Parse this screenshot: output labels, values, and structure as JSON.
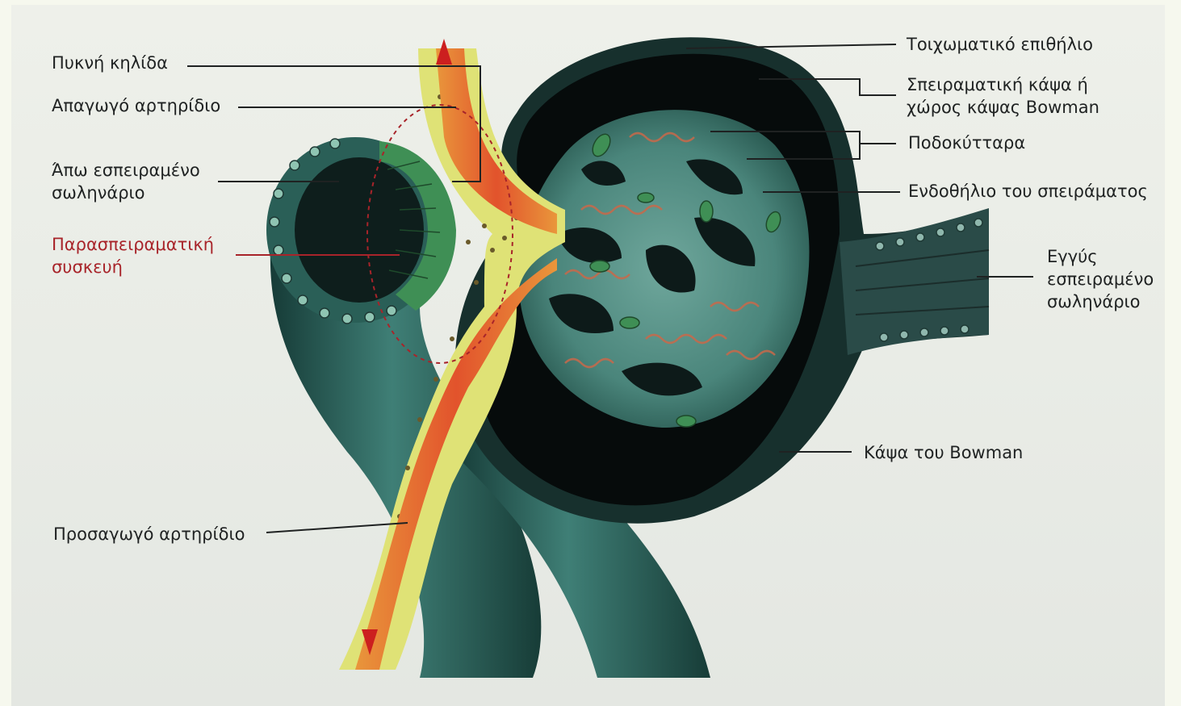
{
  "labels": {
    "macula_densa": "Πυκνή κηλίδα",
    "efferent_arteriole": "Απαγωγό αρτηρίδιο",
    "distal_tubule": [
      "Άπω εσπειραμένο",
      "σωληνάριο"
    ],
    "juxtaglomerular_apparatus": [
      "Παρασπειραματική",
      "συσκευή"
    ],
    "afferent_arteriole": "Προσαγωγό αρτηρίδιο",
    "parietal_epithelium": "Τοιχωματικό επιθήλιο",
    "bowman_space": [
      "Σπειραματική κάψα ή",
      "χώρος κάψας Bowman"
    ],
    "podocytes": "Ποδοκύτταρα",
    "glomerular_endothelium": "Ενδοθήλιο του σπειράματος",
    "proximal_tubule": [
      "Εγγύς",
      "εσπειραμένο",
      "σωληνάριο"
    ],
    "bowman_capsule": "Κάψα του Bowman"
  },
  "colors": {
    "label_text": "#1f2222",
    "juxtaglomerular_label": "#a8242a",
    "tissue_teal": "#2d6b63",
    "tissue_dark": "#0f1f1d",
    "arteriole_red": "#e0582e",
    "connective_yellow": "#dfe276",
    "tubule_green": "#3f8f55"
  }
}
